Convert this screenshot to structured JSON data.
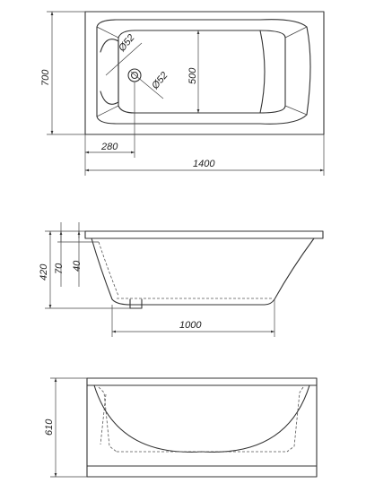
{
  "dimensions": {
    "top_view": {
      "height": "700",
      "length": "1400",
      "drain_offset": "280",
      "inner_width": "500",
      "overflow_diameter": "Ø52",
      "drain_diameter": "Ø52"
    },
    "side_view": {
      "height": "420",
      "depth_a": "70",
      "depth_b": "40",
      "bottom_length": "1000"
    },
    "end_view": {
      "height": "610"
    }
  }
}
